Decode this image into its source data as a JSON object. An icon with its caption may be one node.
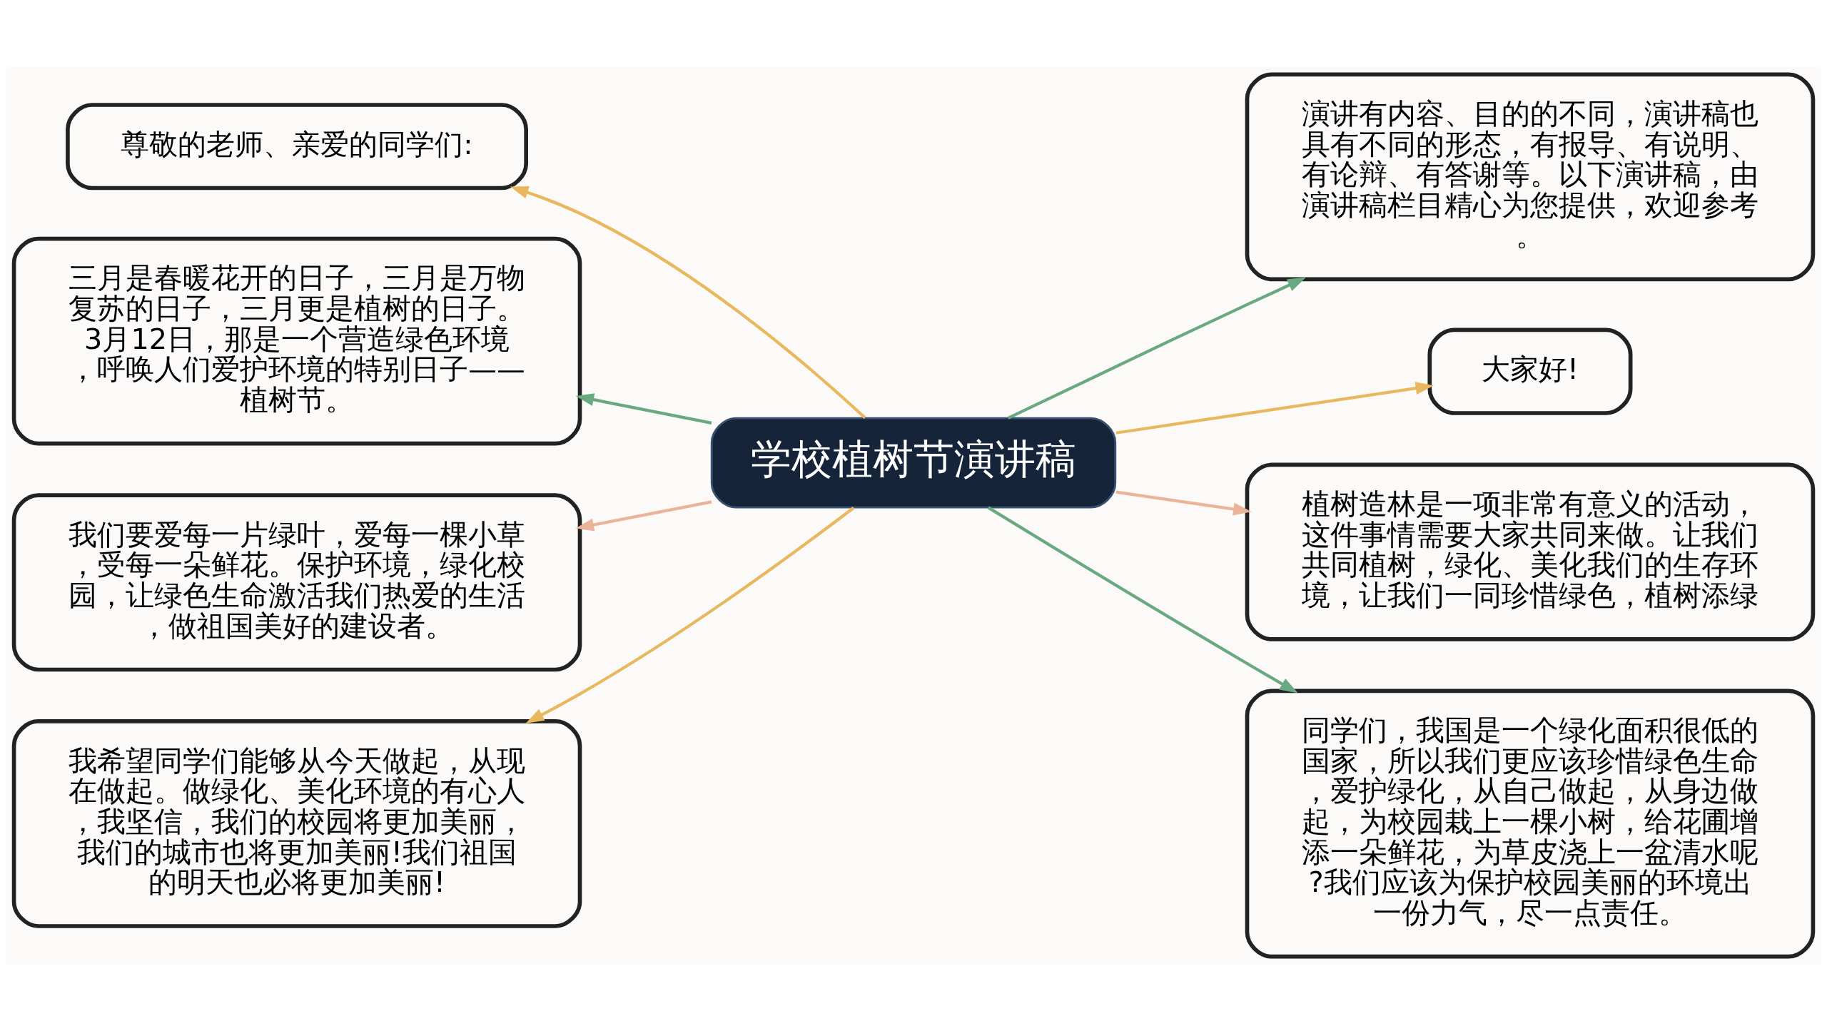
{
  "diagram": {
    "nodes": [
      {
        "text": [
          "学校植树节演讲稿"
        ]
      },
      {
        "text": [
          "尊敬的老师、亲爱的同学们:"
        ]
      },
      {
        "text": [
          "三月是春暖花开的日子，三月是万物复苏的日子，三月更是植树的日子。3月12日，那是一个营造绿色环境，呼唤人们爱护环境的特别日子——植树节。"
        ]
      },
      {
        "text": [
          "我们要爱每一片绿叶，爱每一棵小草，受每一朵鲜花。保护环境，绿化校园，让绿色生命激活我们热爱的生活，做祖国美好的建设者。"
        ]
      },
      {
        "text": [
          "我希望同学们能够从今天做起，从现在做起。做绿化、美化环境的有心人，我坚信，我们的校园将更加美丽，我们的城市也将更加美丽!我们祖国的明天也必将更加美丽!"
        ]
      },
      {
        "text": [
          "演讲有内容、目的的不同，演讲稿也具有不同的形态，有报导、有说明、有论辩、有答谢等。以下演讲稿，由演讲稿栏目精心为您提供，欢迎参考。"
        ]
      },
      {
        "text": [
          "大家好!"
        ]
      },
      {
        "text": [
          "植树造林是一项非常有意义的活动，这件事情需要大家共同来做。让我们共同植树，绿化、美化我们的生存环境，让我们一同珍惜绿色，植树添绿"
        ]
      },
      {
        "text": [
          "同学们，我国是一个绿化面积很低的国家，所以我们更应该珍惜绿色生命，爱护绿化，从自己做起，从身边做起，为校园栽上一棵小树，给花圃增添一朵鲜花，为草皮浇上一盆清水呢?我们应该为保护校园美丽的环境出一份力气，尽一点责任。"
        ]
      }
    ],
    "edges": [
      {
        "from": 0,
        "to": 1,
        "arrow": "to"
      },
      {
        "from": 0,
        "to": 2,
        "arrow": "to",
        "color": "#6aa882"
      },
      {
        "from": 0,
        "to": 3,
        "arrow": "to",
        "color": "#eab49a"
      },
      {
        "from": 0,
        "to": 4,
        "arrow": "to"
      },
      {
        "from": 0,
        "to": 5,
        "arrow": "to",
        "color": "#6aa882"
      },
      {
        "from": 0,
        "to": 6,
        "arrow": "to"
      },
      {
        "from": 0,
        "to": 7,
        "arrow": "to",
        "color": "#eab49a"
      },
      {
        "from": 0,
        "to": 8,
        "arrow": "to",
        "color": "#6aa882"
      }
    ]
  }
}
